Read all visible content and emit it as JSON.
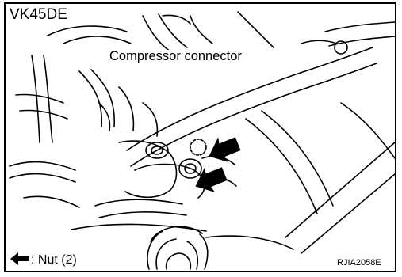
{
  "diagram": {
    "model_label": "VK45DE",
    "connector_label": "Compressor connector",
    "legend": {
      "icon": "left-arrow-icon",
      "text": ": Nut (2)"
    },
    "reference_code": "RJIA2058E",
    "colors": {
      "line": "#000000",
      "background": "#ffffff"
    }
  }
}
